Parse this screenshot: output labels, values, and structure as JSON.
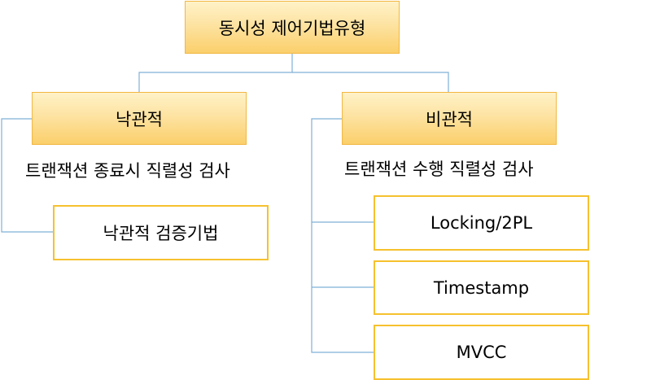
{
  "diagram": {
    "root": {
      "label": "동시성 제어기법유형"
    },
    "optimistic": {
      "label": "낙관적",
      "caption": "트랜잭션 종료시 직렬성 검사",
      "children": [
        {
          "label": "낙관적 검증기법"
        }
      ]
    },
    "pessimistic": {
      "label": "비관적",
      "caption": "트랜잭션 수행 직렬성 검사",
      "children": [
        {
          "label": "Locking/2PL"
        },
        {
          "label": "Timestamp"
        },
        {
          "label": "MVCC"
        }
      ]
    }
  },
  "colors": {
    "connector": "#5b9bd5",
    "fill_top": "#fff2c8",
    "fill_bottom": "#fbcf6b",
    "fill_border": "#f2b742",
    "outline_border": "#f6c12e"
  }
}
